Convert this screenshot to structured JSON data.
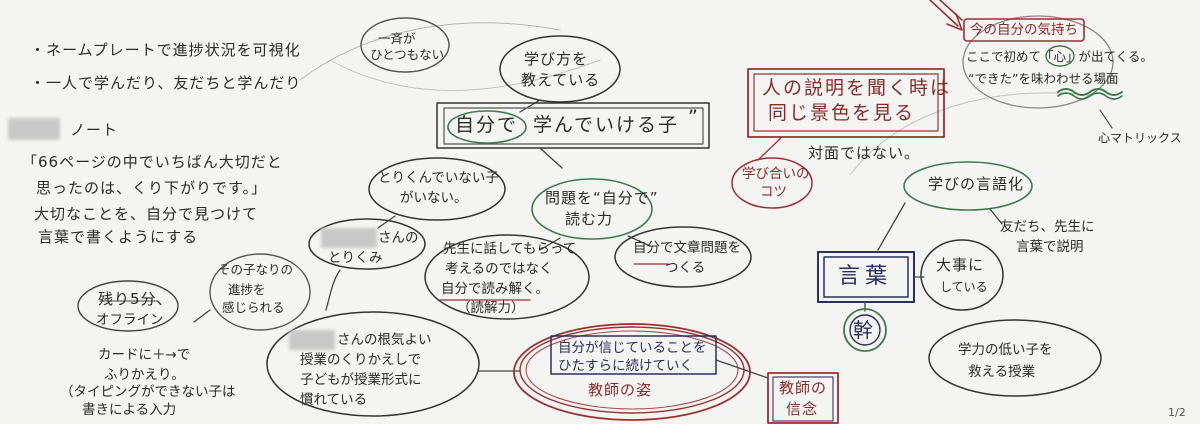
{
  "notes": {
    "line1": "・ネームプレートで進捗状況を可視化",
    "line2": "・一人で学んだり、友だちと学んだり",
    "note_label": "ノート",
    "quote1": "「66ページの中でいちばん大切だと",
    "quote2": "思ったのは、くり下がりです。」",
    "note1": "大切なことを、自分で見つけて",
    "note2": "言葉で書くようにする"
  },
  "nodes": {
    "issei_1": "一斉が",
    "issei_2": "ひとつもない",
    "manabikata_1": "学び方を",
    "manabikata_2": "教えている",
    "jibunde": "自分で",
    "manande": "学んでいける子",
    "quote_mark": "”",
    "hito_1": "人の説明を聞く時は",
    "hito_2": "同じ景色を見る",
    "taimen": "対面ではない。",
    "manabiai_1": "学び合いの",
    "manabiai_2": "コツ",
    "kimochi_title": "今の自分の気持ち",
    "kimochi_1": "ここで初めて「心」が出てくる。",
    "kimochi_2": "“できた”を味わわせる場面",
    "kokoro_matrix": "心マトリックス",
    "torikunde_1": "とりくんでいない子",
    "torikunde_2": "がいない。",
    "mondai_1": "問題を“自分で”",
    "mondai_2": "読む力",
    "san_no": "さんの",
    "torikumi": "とりくみ",
    "sensei_1": "先生に話してもらって",
    "sensei_2": "考えるのではなく",
    "sensei_3": "自分で読み解く。",
    "dokkai": "（読解力）",
    "jibun_bunsho_1": "自分で文章問題を",
    "jibun_bunsho_2": "つくる",
    "manabi_gengo": "学びの言語化",
    "tomodachi_1": "友だち、先生に",
    "tomodachi_2": "言葉で説明",
    "kotoba": "言葉",
    "daiji_1": "大事に",
    "daiji_2": "している",
    "miki": "幹",
    "sonoko_1": "その子なりの",
    "sonoko_2": "進捗を",
    "sonoko_3": "感じられる",
    "nokori": "残り5分、",
    "offline": "オフライン",
    "card_1": "カードに＋→で",
    "card_2": "ふりかえり。",
    "typing_1": "（タイピングができない子は",
    "typing_2": "書きによる入力",
    "konki_1": "さんの根気よい",
    "konki_2": "授業のくりかえしで",
    "konki_3": "子どもが授業形式に",
    "konki_4": "慣れている",
    "shinjite_1": "自分が信じていることを",
    "shinjite_2": "ひたすらに続けていく",
    "kyoshi_sugata": "教師の姿",
    "kyoshi_shinnen_1": "教師の",
    "kyoshi_shinnen_2": "信念",
    "gakuryoku_1": "学力の低い子を",
    "gakuryoku_2": "救える授業",
    "page_num": "1/2"
  },
  "colors": {
    "ink": "#2b2b2b",
    "red": "#9c2f2f",
    "green": "#3d7a4a",
    "navy": "#2a2f5e",
    "purple": "#5a3d6e"
  }
}
